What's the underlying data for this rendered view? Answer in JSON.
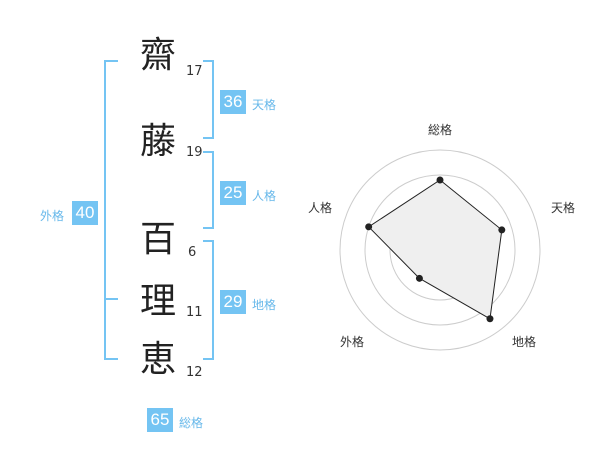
{
  "name_chars": [
    {
      "char": "齋",
      "strokes": "17"
    },
    {
      "char": "藤",
      "strokes": "19"
    },
    {
      "char": "百",
      "strokes": "6"
    },
    {
      "char": "理",
      "strokes": "11"
    },
    {
      "char": "恵",
      "strokes": "12"
    }
  ],
  "kakusu": {
    "tenkaku": {
      "value": "36",
      "label": "天格"
    },
    "jinkaku": {
      "value": "25",
      "label": "人格"
    },
    "chikaku": {
      "value": "29",
      "label": "地格"
    },
    "gaikaku": {
      "value": "40",
      "label": "外格"
    },
    "soukaku": {
      "value": "65",
      "label": "総格"
    }
  },
  "radar": {
    "labels": {
      "top": "総格",
      "right": "天格",
      "bottom_right": "地格",
      "bottom_left": "外格",
      "left": "人格"
    },
    "values": {
      "soukaku": 0.7,
      "tenkaku": 0.65,
      "chikaku": 0.85,
      "gaikaku": 0.35,
      "jinkaku": 0.75
    },
    "colors": {
      "ring": "#cccccc",
      "fill": "#efefef",
      "line": "#222222",
      "dot": "#222222"
    }
  }
}
